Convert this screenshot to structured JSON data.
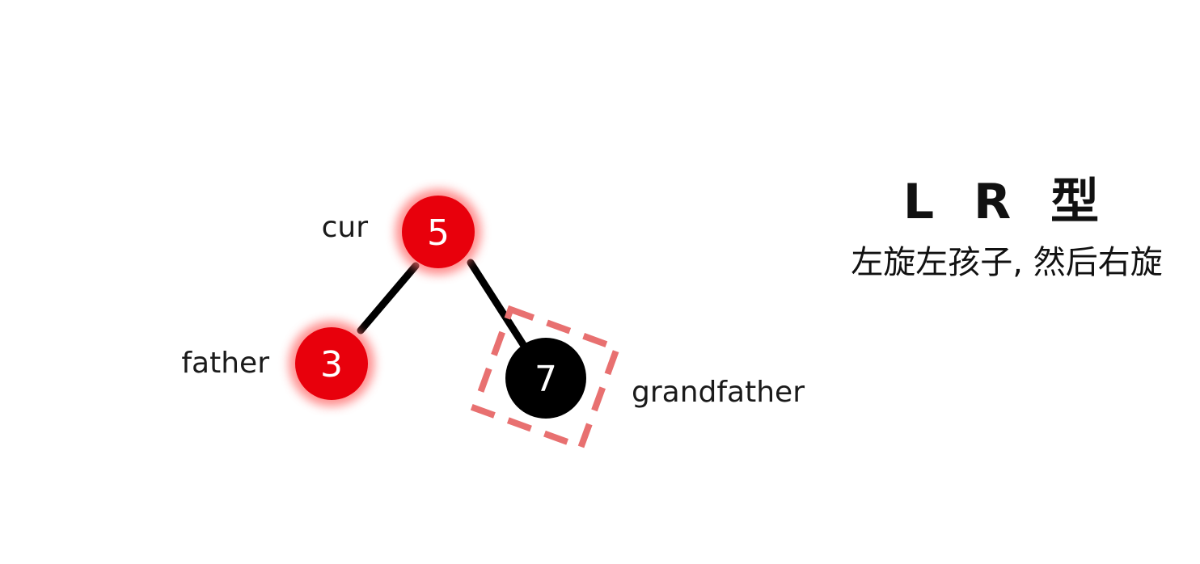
{
  "title": "L R 型",
  "subtitle": "左旋左孩子, 然后右旋",
  "colors": {
    "red_node": "#e8000c",
    "red_glow": "#ff6a6a",
    "black_node": "#000000",
    "edge": "#000000",
    "highlight_box": "#e87070",
    "node_text": "#ffffff",
    "label_text": "#1a1a1a"
  },
  "nodes": [
    {
      "id": "n5",
      "value": "5",
      "label": "cur",
      "color": "red"
    },
    {
      "id": "n3",
      "value": "3",
      "label": "father",
      "color": "red"
    },
    {
      "id": "n7",
      "value": "7",
      "label": "grandfather",
      "color": "black"
    }
  ],
  "edges": [
    {
      "from": "n5",
      "to": "n3"
    },
    {
      "from": "n5",
      "to": "n7"
    }
  ]
}
